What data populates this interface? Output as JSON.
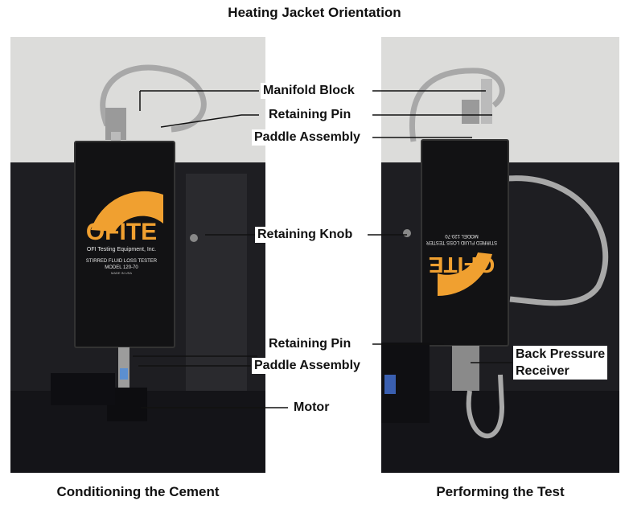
{
  "title": "Heating Jacket Orientation",
  "captions": {
    "left": "Conditioning the Cement",
    "right": "Performing the Test"
  },
  "labels": {
    "manifold_block": "Manifold Block",
    "retaining_pin_top": "Retaining Pin",
    "paddle_assembly_top": "Paddle Assembly",
    "retaining_knob": "Retaining Knob",
    "retaining_pin_bottom": "Retaining Pin",
    "paddle_assembly_bottom": "Paddle Assembly",
    "motor": "Motor",
    "back_pressure_receiver_line1": "Back Pressure",
    "back_pressure_receiver_line2": "Receiver"
  },
  "device_text": {
    "brand": "OFITE",
    "company": "OFI Testing Equipment, Inc.",
    "product": "STIRRED FLUID LOSS TESTER",
    "model": "MODEL 120-70",
    "origin": "MADE IN USA"
  },
  "colors": {
    "background_wall": "#d9d9d7",
    "cabinet": "#1b1b1d",
    "jacket": "#141416",
    "logo_orange": "#f0a030",
    "hose": "#a8a8a8"
  }
}
